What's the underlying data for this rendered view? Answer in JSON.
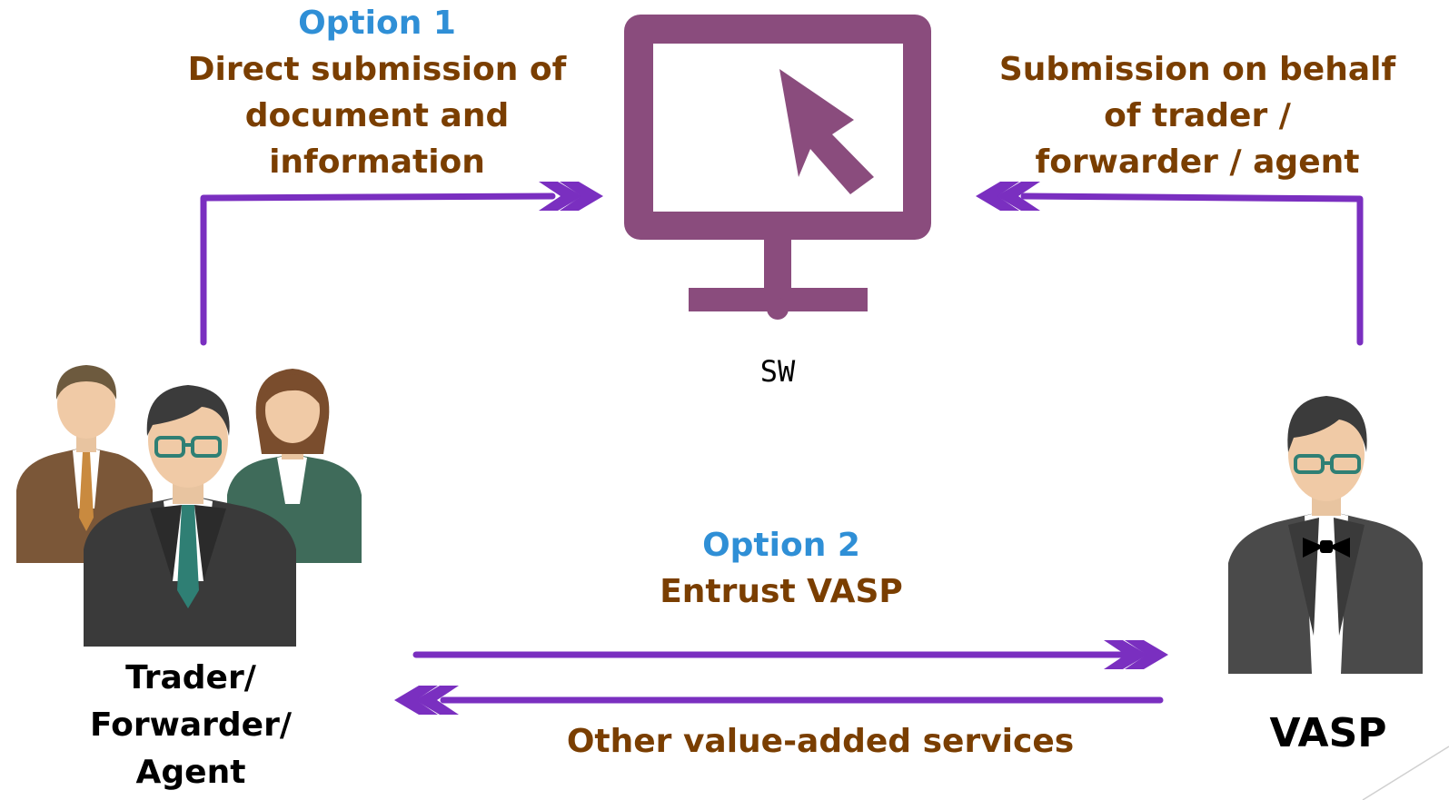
{
  "colors": {
    "accent_purple": "#7a2fc0",
    "monitor_purple": "#8a4c7d",
    "option_blue": "#2f8fd6",
    "text_brown": "#7a3e00"
  },
  "option1": {
    "heading": "Option 1",
    "lines": [
      "Direct submission of",
      "document and",
      "information"
    ]
  },
  "behalf": {
    "lines": [
      "Submission on behalf",
      "of trader /",
      "forwarder / agent"
    ]
  },
  "sw": {
    "label": "SW",
    "icon": "computer-monitor-cursor-icon"
  },
  "option2": {
    "heading": "Option 2",
    "line": "Entrust VASP"
  },
  "other_services": "Other value-added services",
  "trader": {
    "lines": [
      "Trader/",
      "Forwarder/",
      "Agent"
    ],
    "icon": "business-people-group-icon"
  },
  "vasp": {
    "label": "VASP",
    "icon": "vasp-person-bowtie-icon"
  }
}
